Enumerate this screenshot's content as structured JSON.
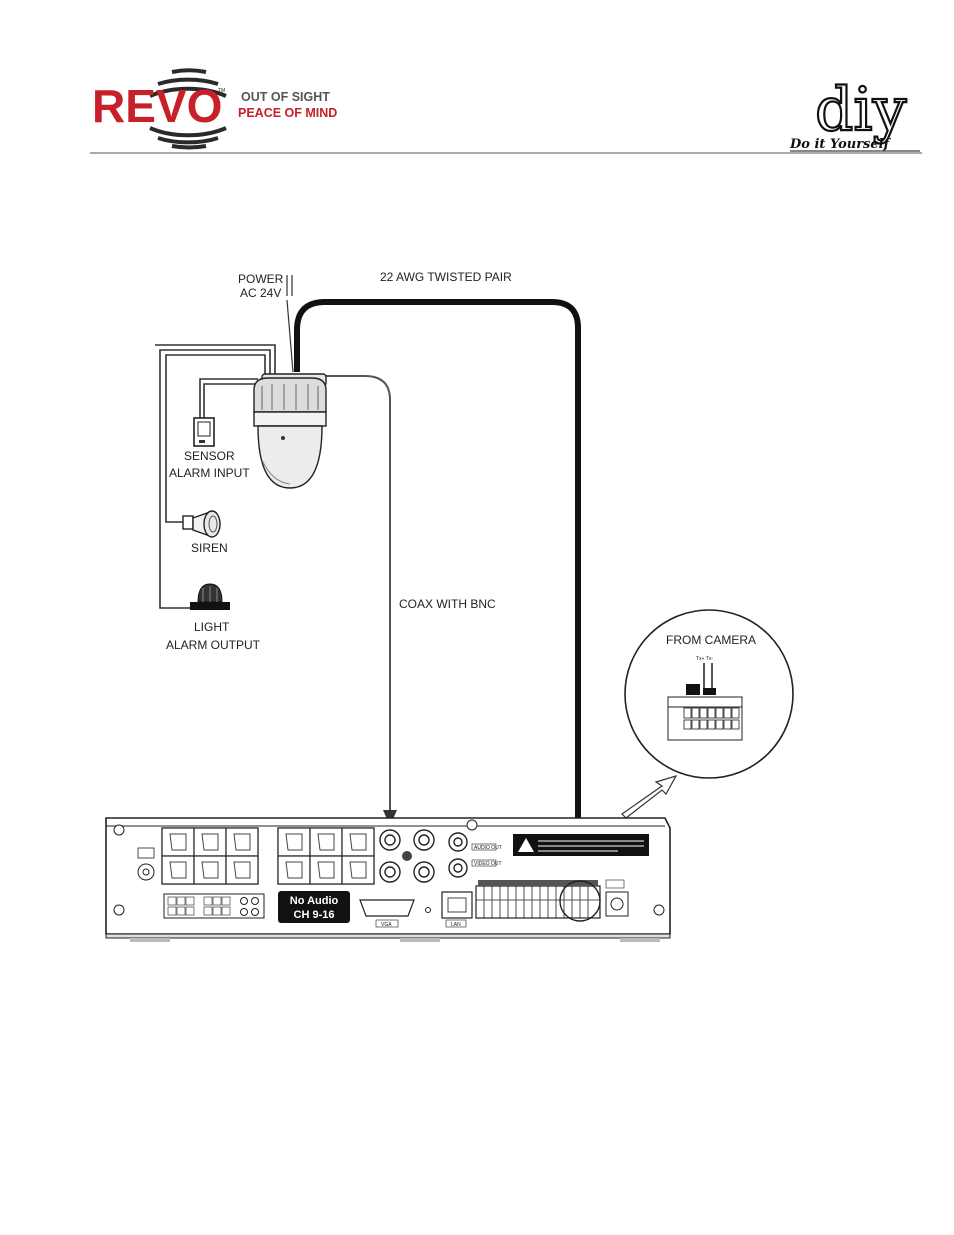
{
  "header": {
    "brand": "REVO",
    "tm": "TM",
    "tagline_line1": "OUT OF SIGHT",
    "tagline_line2": "PEACE OF MIND",
    "tagline_color1": "#555555",
    "tagline_color2": "#c8202a",
    "diy_logo": "diy",
    "diy_subtitle": "Do it Yourself"
  },
  "labels": {
    "power_line1": "POWER",
    "power_line2": "AC 24V",
    "twisted_pair": "22 AWG TWISTED PAIR",
    "sensor": "SENSOR",
    "alarm_input": "ALARM INPUT",
    "siren": "SIREN",
    "coax": "COAX WITH BNC",
    "light": "LIGHT",
    "alarm_output": "ALARM OUTPUT",
    "from_camera": "FROM CAMERA",
    "txrx": "Tx+ Tx-"
  },
  "dvr": {
    "no_audio_line1": "No Audio",
    "no_audio_line2": "CH 9-16",
    "vga": "VGA",
    "lan": "LAN",
    "audio_out": "AUDIO OUT",
    "video_out": "VIDEO OUT"
  },
  "colors": {
    "brand_red": "#c8202a",
    "wire_black": "#111111",
    "wire_gray": "#555555"
  }
}
